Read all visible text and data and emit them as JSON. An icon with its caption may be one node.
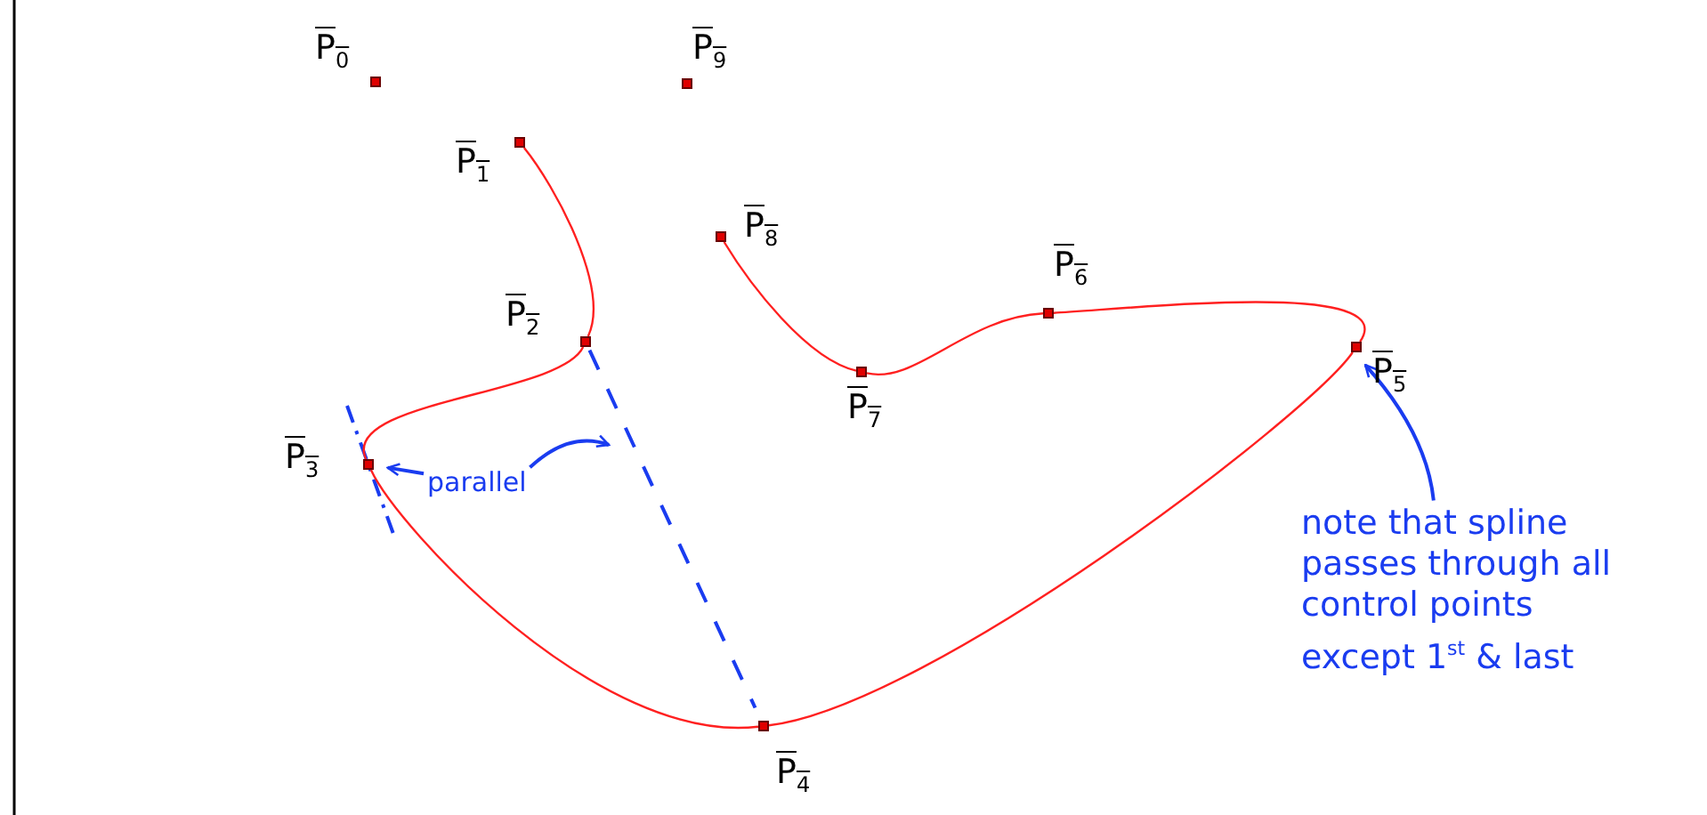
{
  "diagram": {
    "nodes": [
      {
        "text": [],
        "shape": "box",
        "beside": [
          "P$_{0}$"
        ]
      },
      {
        "text": [],
        "shape": "box",
        "beside": [
          "P$_{1}$"
        ]
      },
      {
        "text": [],
        "shape": "box",
        "beside": [
          "P$_{2}$"
        ]
      },
      {
        "text": [],
        "shape": "box",
        "beside": [
          "P$_{3}$"
        ]
      },
      {
        "text": [],
        "shape": "box",
        "beside": [
          "P$_{4}$"
        ]
      },
      {
        "text": [],
        "shape": "box",
        "beside": [
          "P$_{5}$"
        ]
      },
      {
        "text": [],
        "shape": "box",
        "beside": [
          "P$_{6}$"
        ]
      },
      {
        "text": [],
        "shape": "box",
        "beside": [
          "P$_{7}$"
        ]
      },
      {
        "text": [],
        "shape": "box",
        "beside": [
          "P$_{8}$"
        ]
      },
      {
        "text": [],
        "shape": "box",
        "beside": [
          "P$_{9}$"
        ]
      },
      {
        "text": [
          "parallel"
        ]
      },
      {
        "text": [
          "note that spline passes through all control points except 1$^{st}$ & last"
        ]
      }
    ],
    "edges": [
      {
        "from": 1,
        "to": 2,
        "arrow": "none"
      },
      {
        "from": 2,
        "to": 3,
        "arrow": "none"
      },
      {
        "from": 3,
        "to": 4,
        "arrow": "none"
      },
      {
        "from": 4,
        "to": 5,
        "arrow": "none"
      },
      {
        "from": 5,
        "to": 6,
        "arrow": "none"
      },
      {
        "from": 6,
        "to": 7,
        "arrow": "none"
      },
      {
        "from": 7,
        "to": 8,
        "arrow": "none"
      },
      {
        "from": 2,
        "to": 4,
        "arrow": "none",
        "style": "dashed",
        "color": "#1a3cf0"
      },
      {
        "from": 10,
        "to": 3,
        "arrow": "to",
        "color": "#1a3cf0"
      },
      {
        "from": 10,
        "to": null,
        "arrow": "to",
        "color": "#1a3cf0"
      },
      {
        "from": 11,
        "to": 5,
        "arrow": "to",
        "color": "#1a3cf0"
      }
    ]
  }
}
